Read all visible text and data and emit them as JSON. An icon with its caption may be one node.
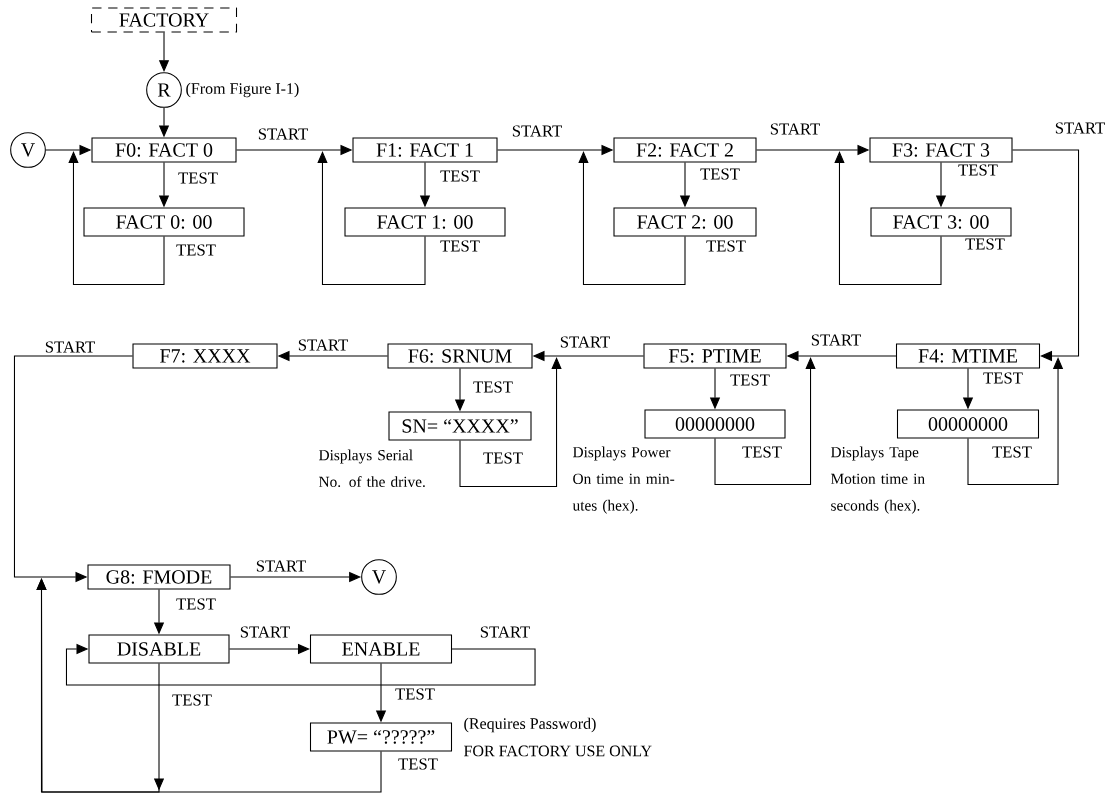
{
  "diagram": {
    "nodes": [
      {
        "text": [
          "FACTORY"
        ]
      },
      {
        "text": [
          "R"
        ],
        "beside": [
          "(From Figure I-1)"
        ]
      },
      {
        "text": [
          "V"
        ]
      },
      {
        "text": [
          "F0: FACT 0"
        ]
      },
      {
        "text": [
          "FACT 0: 00"
        ]
      },
      {
        "text": [
          "F1: FACT 1"
        ]
      },
      {
        "text": [
          "FACT 1: 00"
        ]
      },
      {
        "text": [
          "F2: FACT 2"
        ]
      },
      {
        "text": [
          "FACT 2: 00"
        ]
      },
      {
        "text": [
          "F3: FACT 3"
        ]
      },
      {
        "text": [
          "FACT 3: 00"
        ]
      },
      {
        "text": [
          "F7: XXXX"
        ]
      },
      {
        "text": [
          "F6: SRNUM"
        ]
      },
      {
        "text": [
          "SN= “XXXX”"
        ],
        "beside": [
          "Displays Serial No. of the drive."
        ]
      },
      {
        "text": [
          "F5: PTIME"
        ]
      },
      {
        "text": [
          "00000000"
        ],
        "beside": [
          "Displays Power On time in min-utes (hex)."
        ]
      },
      {
        "text": [
          "F4: MTIME"
        ]
      },
      {
        "text": [
          "00000000"
        ],
        "beside": [
          "Displays Tape Motion time in seconds (hex)."
        ]
      },
      {
        "text": [
          "G8: FMODE"
        ]
      },
      {
        "text": [
          "V"
        ]
      },
      {
        "text": [
          "DISABLE"
        ]
      },
      {
        "text": [
          "ENABLE"
        ]
      },
      {
        "text": [
          "PW= “?????”"
        ],
        "beside": [
          "(Requires Password)",
          "FOR FACTORY USE ONLY"
        ]
      }
    ],
    "edges": [
      {
        "from": 0,
        "to": 1,
        "arrow": "to"
      },
      {
        "from": 1,
        "to": 3,
        "arrow": "to"
      },
      {
        "from": 2,
        "to": 3,
        "arrow": "to"
      },
      {
        "from": 3,
        "to": 4,
        "arrow": "to",
        "label": "TEST"
      },
      {
        "from": 4,
        "to": 3,
        "arrow": "to",
        "label": "TEST"
      },
      {
        "from": 3,
        "to": 5,
        "arrow": "to",
        "label": "START"
      },
      {
        "from": 5,
        "to": 6,
        "arrow": "to",
        "label": "TEST"
      },
      {
        "from": 6,
        "to": 5,
        "arrow": "to",
        "label": "TEST"
      },
      {
        "from": 5,
        "to": 7,
        "arrow": "to",
        "label": "START"
      },
      {
        "from": 7,
        "to": 8,
        "arrow": "to",
        "label": "TEST"
      },
      {
        "from": 8,
        "to": 7,
        "arrow": "to",
        "label": "TEST"
      },
      {
        "from": 7,
        "to": 9,
        "arrow": "to",
        "label": "START"
      },
      {
        "from": 9,
        "to": 10,
        "arrow": "to",
        "label": "TEST"
      },
      {
        "from": 10,
        "to": 9,
        "arrow": "to",
        "label": "TEST"
      },
      {
        "from": 9,
        "to": 16,
        "arrow": "to",
        "label": "START"
      },
      {
        "from": 16,
        "to": 17,
        "arrow": "to",
        "label": "TEST"
      },
      {
        "from": 17,
        "to": 16,
        "arrow": "to",
        "label": "TEST"
      },
      {
        "from": 16,
        "to": 14,
        "arrow": "to",
        "label": "START"
      },
      {
        "from": 14,
        "to": 15,
        "arrow": "to",
        "label": "TEST"
      },
      {
        "from": 15,
        "to": 14,
        "arrow": "to",
        "label": "TEST"
      },
      {
        "from": 14,
        "to": 12,
        "arrow": "to",
        "label": "START"
      },
      {
        "from": 12,
        "to": 13,
        "arrow": "to",
        "label": "TEST"
      },
      {
        "from": 13,
        "to": 12,
        "arrow": "to",
        "label": "TEST"
      },
      {
        "from": 12,
        "to": 11,
        "arrow": "to",
        "label": "START"
      },
      {
        "from": 11,
        "to": 18,
        "arrow": "to",
        "label": "START"
      },
      {
        "from": 18,
        "to": 19,
        "arrow": "to",
        "label": "START"
      },
      {
        "from": 18,
        "to": 20,
        "arrow": "to",
        "label": "TEST"
      },
      {
        "from": 20,
        "to": 21,
        "arrow": "to",
        "label": "START"
      },
      {
        "from": 21,
        "to": 20,
        "arrow": "to",
        "label": "START"
      },
      {
        "from": 21,
        "to": 22,
        "arrow": "to",
        "label": "TEST"
      },
      {
        "from": 20,
        "to": 18,
        "arrow": "to",
        "label": "TEST"
      },
      {
        "from": 22,
        "to": 18,
        "arrow": "to",
        "label": "TEST"
      }
    ]
  }
}
